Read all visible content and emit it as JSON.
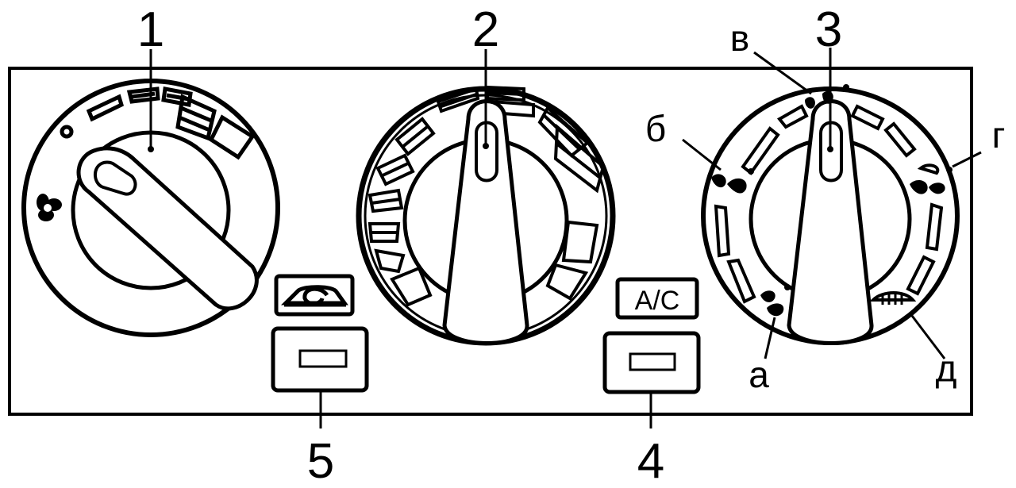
{
  "callouts": {
    "fan_speed": "1",
    "temperature": "2",
    "air_distribution": "3",
    "ac_button": "4",
    "recirculation_button": "5"
  },
  "mode_labels": {
    "feet": "а",
    "face": "б",
    "bilevel": "в",
    "feet_defrost": "г",
    "defrost": "д"
  },
  "buttons": {
    "ac_label": "A/C"
  },
  "icons": {
    "fan": "fan-icon",
    "recirculation": "recirculation-icon",
    "defrost": "windshield-defrost-icon"
  },
  "colors": {
    "ink": "#000000",
    "paper": "#ffffff"
  }
}
